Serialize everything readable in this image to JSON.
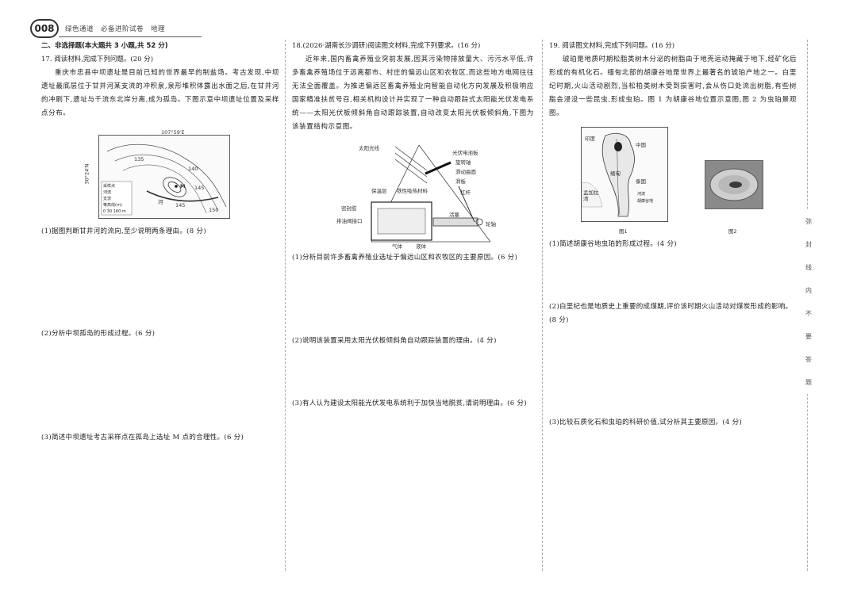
{
  "header": {
    "page_number": "008",
    "title": "绿色通道　必备进阶试卷　地理"
  },
  "col1": {
    "section_title": "二、非选择题(本大题共 3 小题,共 52 分)",
    "q17_title": "17. 阅读材料,完成下列问题。(20 分)",
    "q17_para": "重庆市忠县中坝遗址是目前已知的世界最早的制盐场。考古发现,中坝遗址最底层位于甘井河某支流的冲积泉,泉形堆积体露出水面之后,在甘井河的冲刷下,遗址与千流东北岸分离,成为孤岛。下图示意中坝遗址位置及采样点分布。",
    "map_lon": "107°59′E",
    "map_lat": "30°24′N",
    "map_contours": [
      "135",
      "140",
      "145",
      "145",
      "150"
    ],
    "map_legend": [
      "采样点",
      "河流",
      "支流",
      "等高线(m)",
      "0 30 160 m"
    ],
    "map_river_label": "河",
    "map_point": "M",
    "q17_1": "(1)据图判断甘井河的流向,至少说明两条理由。(8 分)",
    "q17_2": "(2)分析中坝孤岛的形成过程。(6 分)",
    "q17_3": "(3)简述中坝遗址考古采样点在孤岛上选址 M 点的合理性。(6 分)"
  },
  "col2": {
    "q18_title": "18.(2026·湖南长沙调研)阅读图文材料,完成下列要求。(16 分)",
    "q18_para": "近年来,国内畜禽养殖业突前发展,因其污染物排放量大、污污水平低,许多畜禽养殖场位于远离都市、村庄的偏远山区和农牧区,而这些地方电网往往无法全面覆盖。为推进偏远区畜禽养殖业向智能自动化方向发展及积极响应国家精准扶贫号召,相关机构设计并实现了一种自动跟踪式太阳能光伏发电系统——太阳光伏板倾斜角自动跟踪装置,自动改变太阳光伏板倾斜角,下图为该装置结构示意图。",
    "diagram_labels": {
      "sun": "太阳光线",
      "panel": "光伏电池板",
      "gear": "旋转轴",
      "slide": "滑动曲面",
      "slider": "滑板",
      "lever": "杠杆",
      "insulate": "保温层",
      "black": "铁性吸热材料",
      "seal": "密封胶",
      "inlet": "排油阀接口",
      "piston": "活塞",
      "shaft": "轮轴",
      "gas": "气体",
      "liquid": "液体"
    },
    "q18_1": "(1)分析目前许多畜禽养殖业选址于偏远山区和农牧区的主要原因。(6 分)",
    "q18_2": "(2)说明该装置采用太阳光伏板倾斜角自动跟踪装置的理由。(4 分)",
    "q18_3": "(3)有人认为建设太阳能光伏发电系统利于加快当地脱贫,请说明理由。(6 分)"
  },
  "col3": {
    "q19_title": "19. 阅读图文材料,完成下列问题。(16 分)",
    "q19_para": "琥珀是地质时期松脂类树木分泌的树脂由于地壳运动掩藏于地下,经矿化后形成的有机化石。缅甸北部的胡康谷地是世界上最著名的琥珀产地之一。白垩纪时期,火山活动剧烈,当松柏类树木受到损害时,会从伤口处流出树脂,有些树脂会浸没一些昆虫,形成虫珀。图 1 为胡康谷地位置示意图,图 2 为虫珀景观图。",
    "map_labels": [
      "印度",
      "中国",
      "缅甸",
      "泰国",
      "孟加拉湾"
    ],
    "map_legend": [
      "河流",
      "胡康谷地"
    ],
    "fig1_caption": "图1",
    "fig2_caption": "图2",
    "q19_1": "(1)简述胡康谷地虫珀的形成过程。(4 分)",
    "q19_2": "(2)白垩纪也是地质史上重要的成煤期,评价该时期火山活动对煤炭形成的影响。(8 分)",
    "q19_3": "(3)比较石质化石和虫珀的科研价值,试分析其主要原因。(4 分)"
  },
  "side_cut": [
    "弥",
    "封",
    "线",
    "内",
    "不",
    "要",
    "答",
    "题"
  ]
}
